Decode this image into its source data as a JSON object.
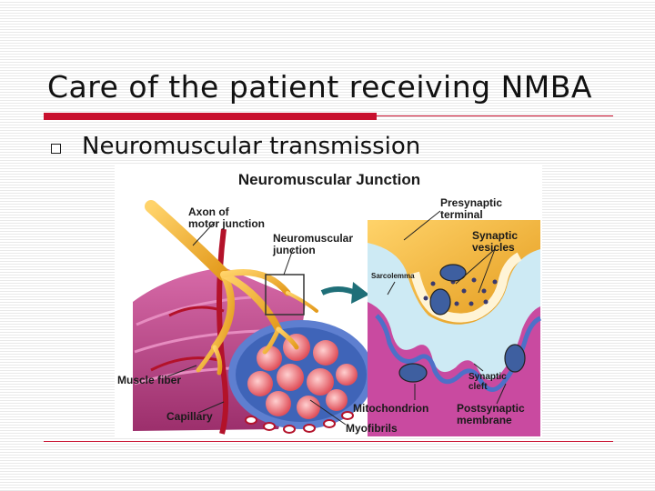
{
  "slide": {
    "title": "Care of the patient receiving NMBA",
    "bullet": "Neuromuscular transmission"
  },
  "figure": {
    "title": "Neuromuscular Junction",
    "labels": {
      "axon_line1": "Axon of",
      "axon_line2": "motor junction",
      "nmj_line1": "Neuromuscular",
      "nmj_line2": "junction",
      "presynaptic_line1": "Presynaptic",
      "presynaptic_line2": "terminal",
      "vesicles_line1": "Synaptic",
      "vesicles_line2": "vesicles",
      "sarcolemma": "Sarcolemma",
      "muscle_fiber": "Muscle fiber",
      "capillary": "Capillary",
      "mitochondrion": "Mitochondrion",
      "cleft_line1": "Synaptic",
      "cleft_line2": "cleft",
      "postsynaptic_line1": "Postsynaptic",
      "postsynaptic_line2": "membrane",
      "myofibrils": "Myofibrils"
    }
  },
  "colors": {
    "accent_rule": "#c8102e",
    "nerve": "#f2b233",
    "muscle": "#c04a8a",
    "capillary": "#b3122a",
    "arrow": "#1f6f78"
  }
}
